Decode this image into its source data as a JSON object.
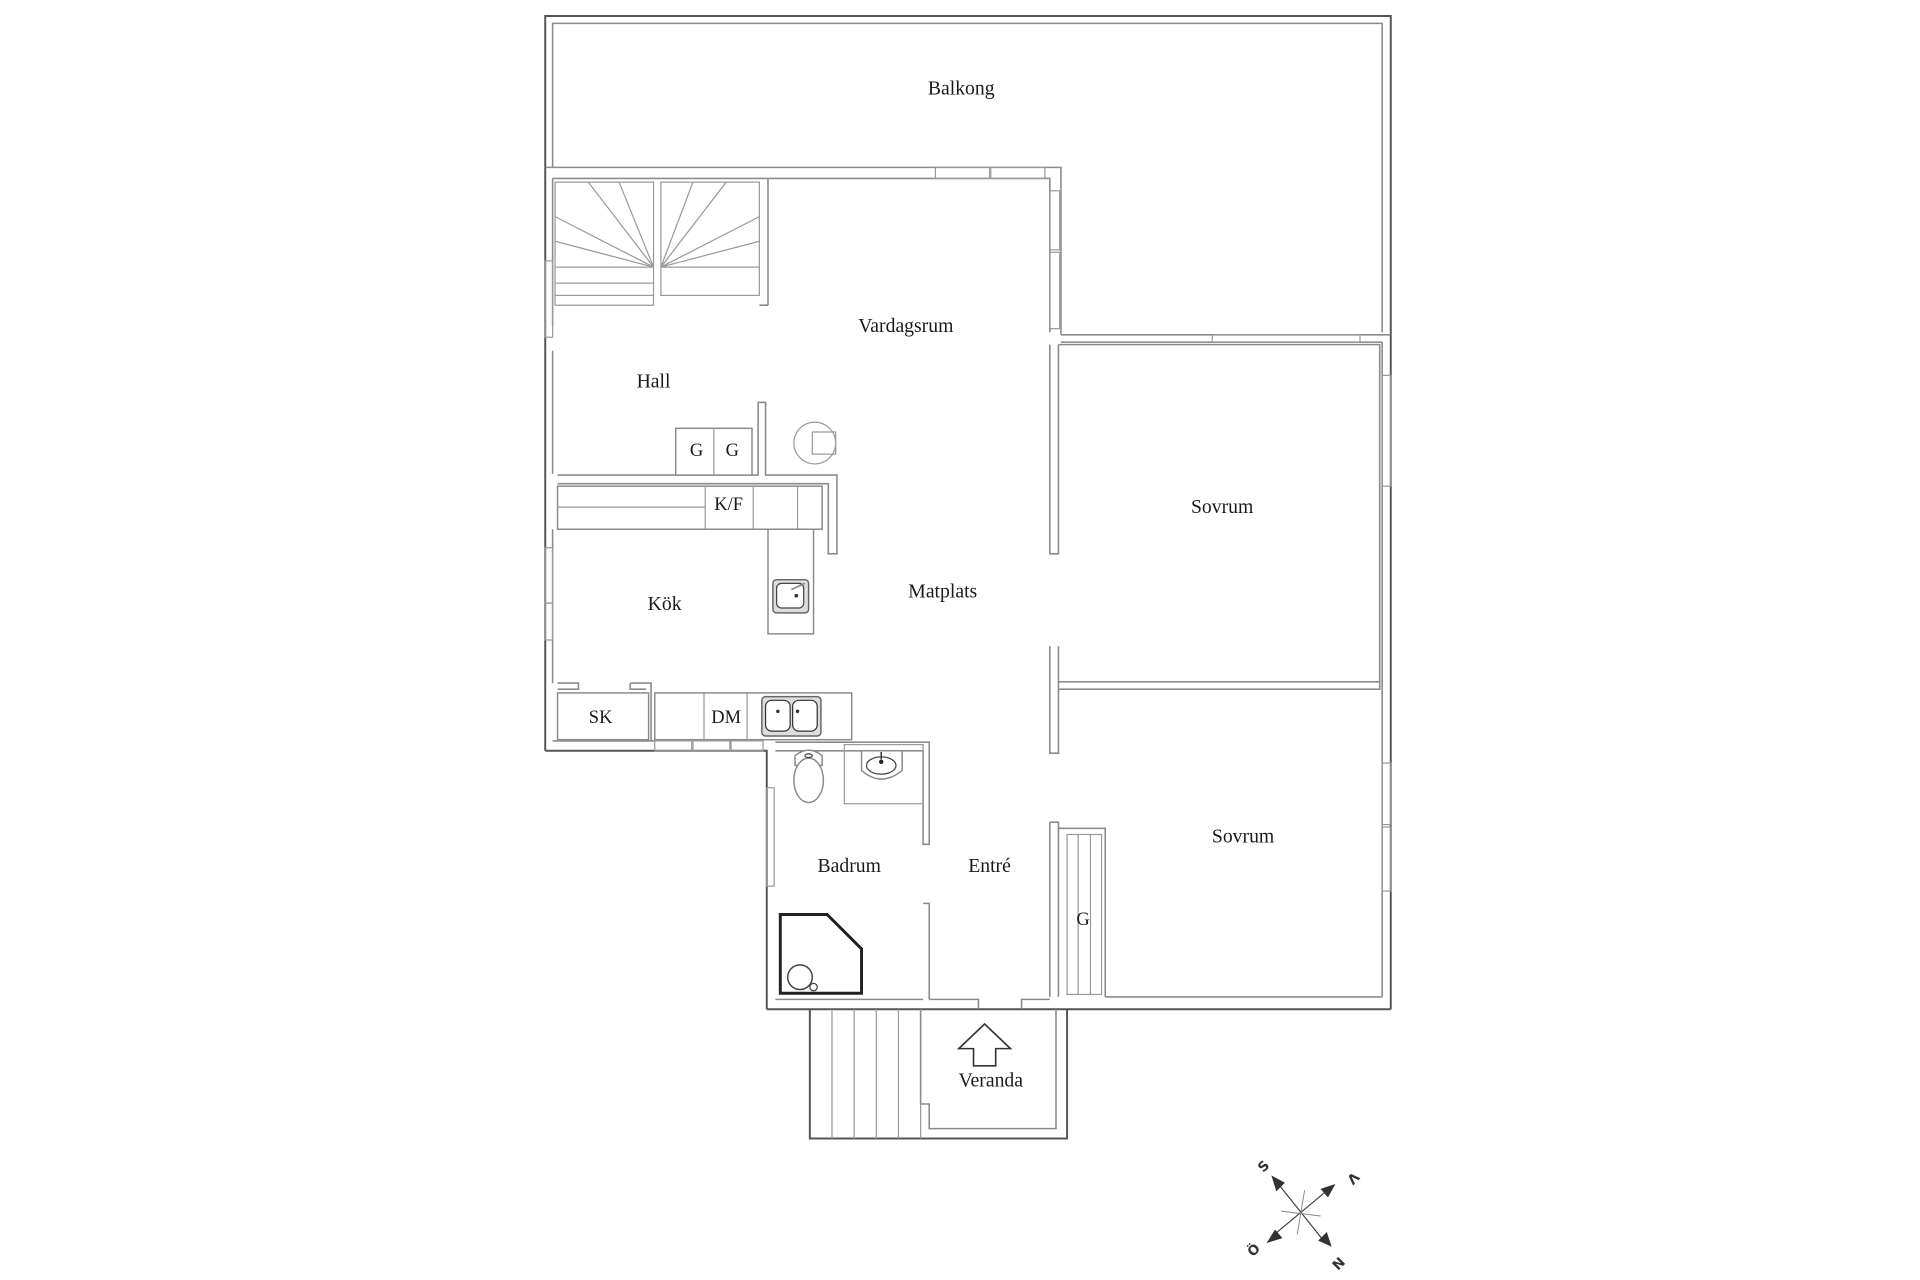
{
  "floorplan": {
    "rooms": {
      "balkong": "Balkong",
      "vardagsrum": "Vardagsrum",
      "hall": "Hall",
      "sovrum_1": "Sovrum",
      "sovrum_2": "Sovrum",
      "kok": "Kök",
      "matplats": "Matplats",
      "badrum": "Badrum",
      "entre": "Entré",
      "veranda": "Veranda"
    },
    "fixtures": {
      "garderob_1": "G",
      "garderob_2": "G",
      "garderob_3": "G",
      "kyl_frys": "K/F",
      "stadskap": "SK",
      "diskmaskin": "DM"
    },
    "icons": [
      "stair-icon",
      "fireplace-icon",
      "sink-icon",
      "double-sink-icon",
      "toilet-icon",
      "washbasin-icon",
      "shower-icon",
      "entrance-arrow-icon",
      "compass-icon"
    ],
    "compass": {
      "north": "N",
      "south": "S",
      "east": "Ö",
      "west": "V"
    },
    "colors": {
      "wall": "#8c8c8c",
      "outer_wall": "#555555",
      "shower": "#222222",
      "text": "#1a1a1a",
      "background": "#ffffff"
    }
  }
}
